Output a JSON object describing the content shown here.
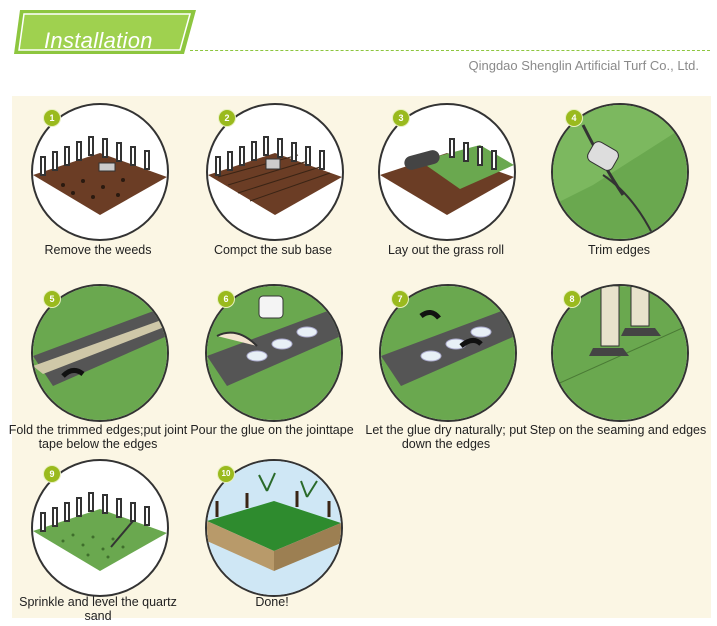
{
  "header": {
    "title": "Installation",
    "company": "Qingdao Shenglin Artificial Turf Co., Ltd."
  },
  "colors": {
    "accent": "#8dc63f",
    "badge": "#9aba1e",
    "grass": "#6aa84f",
    "soil": "#6b3d25",
    "panel": "#fbf6e4"
  },
  "steps": [
    {
      "num": "1",
      "caption": "Remove the weeds"
    },
    {
      "num": "2",
      "caption": "Compct the sub base"
    },
    {
      "num": "3",
      "caption": "Lay out the grass roll"
    },
    {
      "num": "4",
      "caption": "Trim edges"
    },
    {
      "num": "5",
      "caption": "Fold the trimmed edges;put joint tape below the edges"
    },
    {
      "num": "6",
      "caption": "Pour the glue on the jointtape"
    },
    {
      "num": "7",
      "caption": "Let the glue dry naturally; put down the edges"
    },
    {
      "num": "8",
      "caption": "Step on the seaming and edges"
    },
    {
      "num": "9",
      "caption": "Sprinkle and level the quartz sand"
    },
    {
      "num": "10",
      "caption": "Done!"
    }
  ]
}
